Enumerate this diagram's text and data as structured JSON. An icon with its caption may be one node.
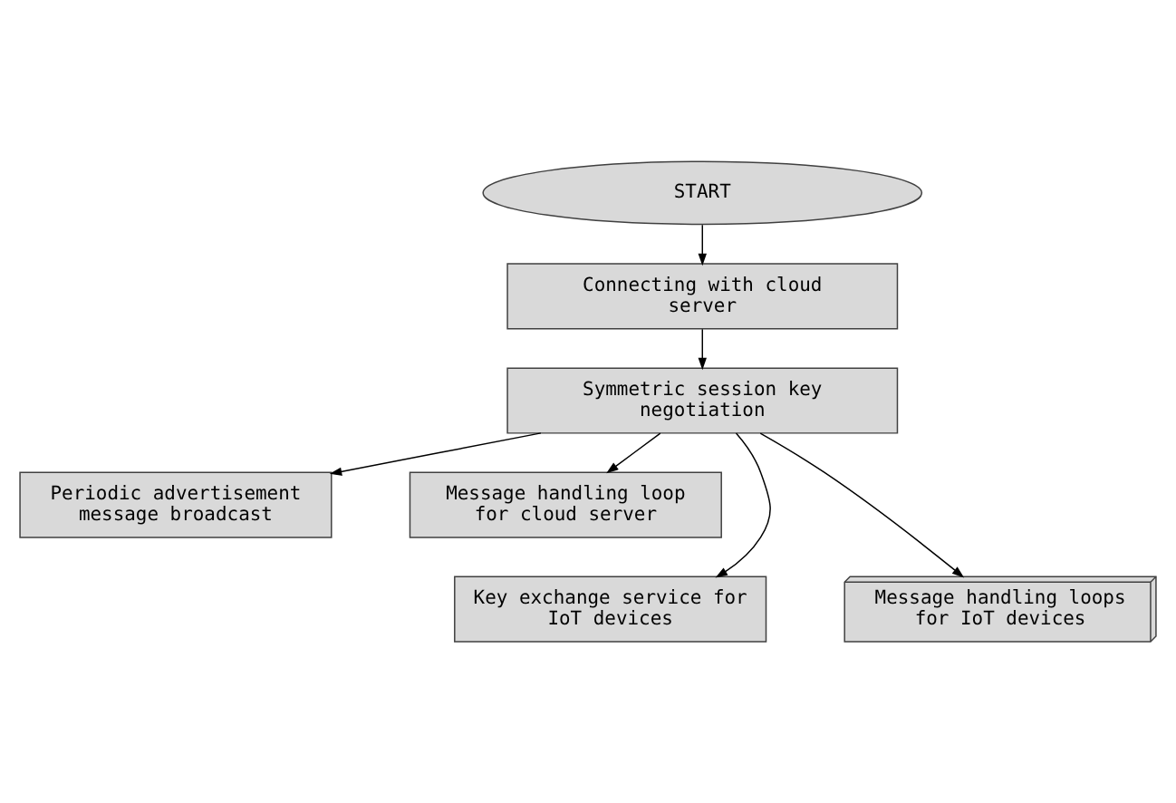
{
  "diagram": {
    "nodes": [
      {
        "text": [
          "START"
        ]
      },
      {
        "text": [
          "Connecting with cloud server"
        ]
      },
      {
        "text": [
          "Symmetric session key negotiation"
        ]
      },
      {
        "text": [
          "Periodic advertisement message broadcast"
        ]
      },
      {
        "text": [
          "Message handling loop for cloud server"
        ]
      },
      {
        "text": [
          "Key exchange service for IoT devices"
        ]
      },
      {
        "text": [
          "Message handling loops for IoT devices"
        ]
      }
    ],
    "edges": [
      {
        "from": 0,
        "to": 1,
        "arrow": "to"
      },
      {
        "from": 1,
        "to": 2,
        "arrow": "to"
      },
      {
        "from": 2,
        "to": 3,
        "arrow": "to"
      },
      {
        "from": 2,
        "to": 4,
        "arrow": "to"
      },
      {
        "from": 2,
        "to": 5,
        "arrow": "to"
      },
      {
        "from": 2,
        "to": 6,
        "arrow": "to"
      }
    ]
  }
}
